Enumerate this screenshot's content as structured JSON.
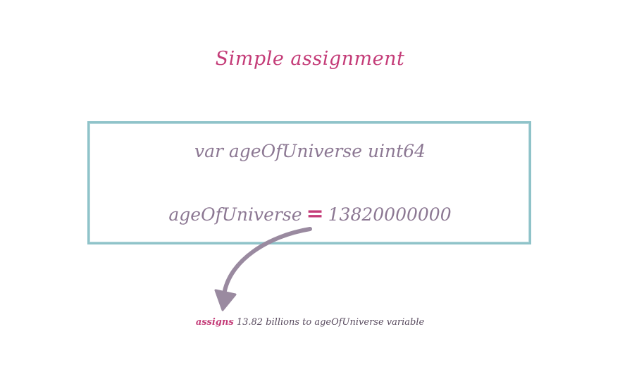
{
  "title": "Simple assignment",
  "code": {
    "declaration": "var ageOfUniverse uint64",
    "assignment_lhs": "ageOfUniverse",
    "assignment_op": "=",
    "assignment_rhs": "13820000000"
  },
  "caption": {
    "keyword": "assigns",
    "rest": "13.82 billions to ageOfUniverse variable"
  },
  "colors": {
    "accent": "#c43c78",
    "code_text": "#8c7893",
    "box_border": "#8fc3c9",
    "arrow": "#9a8aa0"
  }
}
